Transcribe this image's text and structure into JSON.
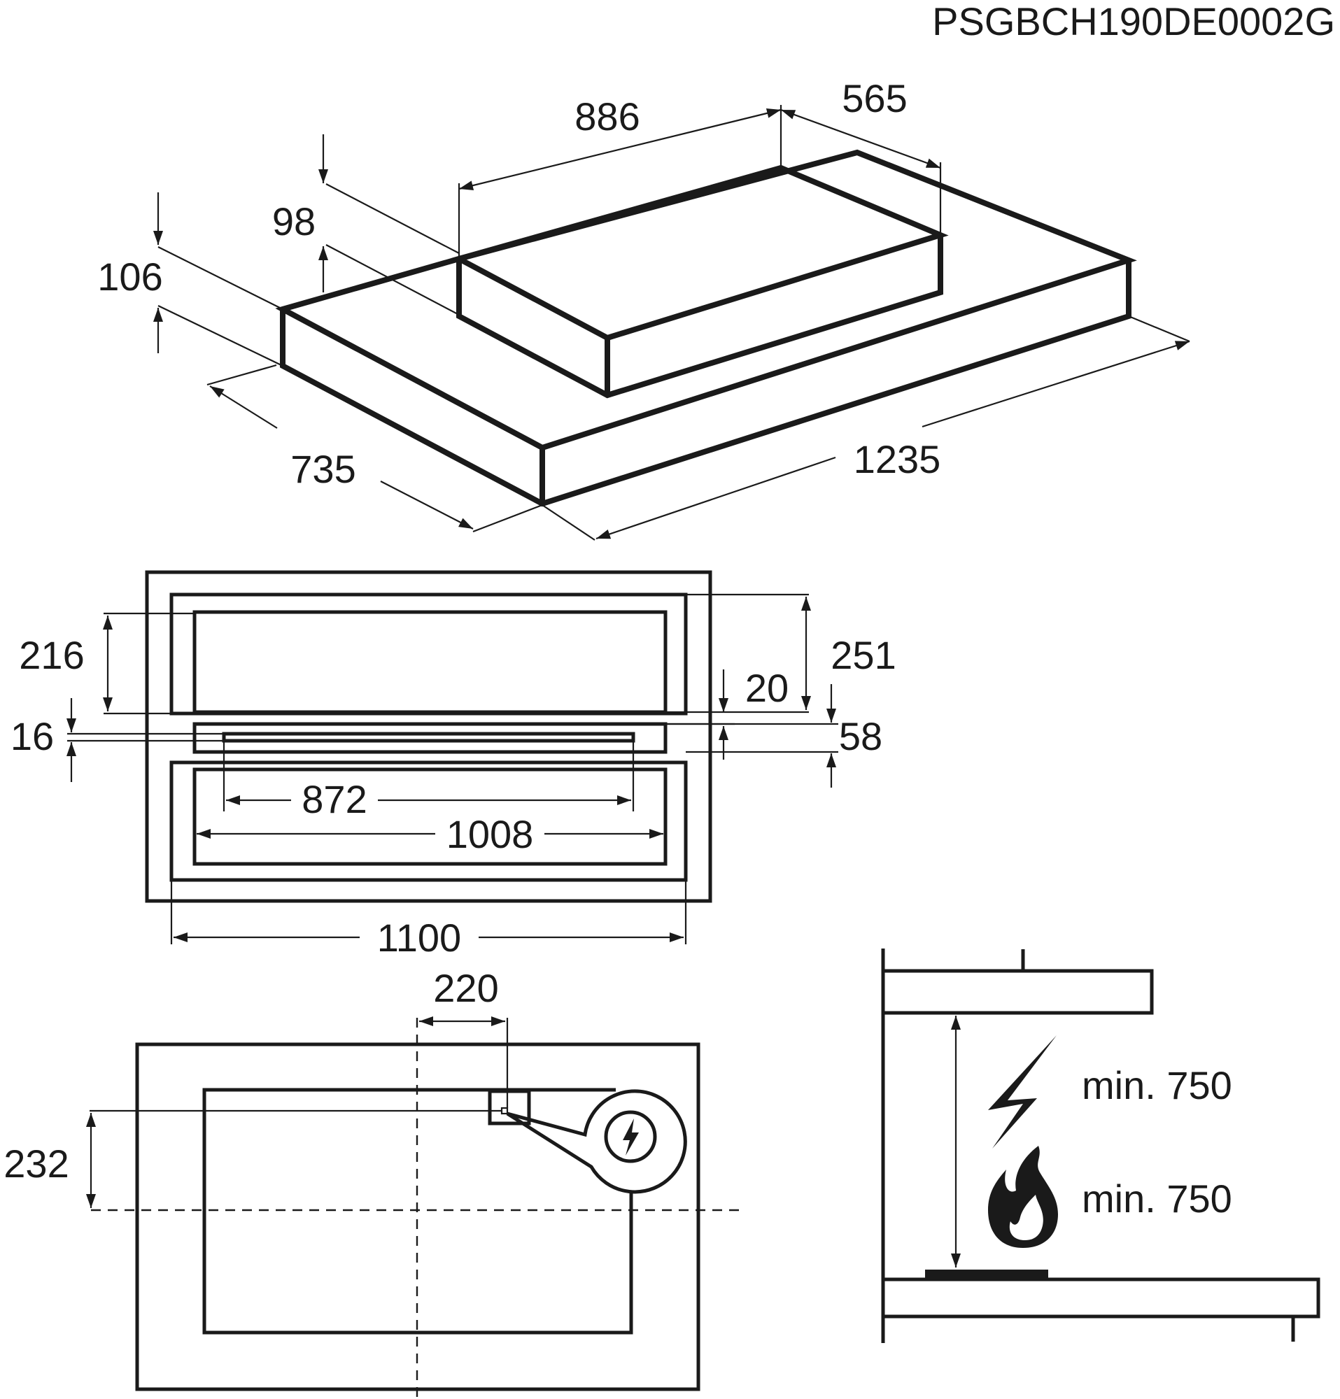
{
  "document_code": "PSGBCH190DE0002G",
  "isometric": {
    "width_top": "886",
    "depth_top": "565",
    "top_height": "98",
    "base_height": "106",
    "depth_base": "735",
    "width_base": "1235"
  },
  "front_view": {
    "upper_height": "216",
    "total_height": "251",
    "gap": "20",
    "strip_height": "16",
    "offset": "58",
    "inner_width": "872",
    "mid_width": "1008",
    "outer_width": "1100"
  },
  "plan_view": {
    "connection_offset_x": "220",
    "connection_offset_y": "232"
  },
  "clearance": {
    "electric_label": "min. 750",
    "gas_label": "min. 750"
  },
  "icons": {
    "electric": "lightning-bolt-icon",
    "gas": "flame-icon",
    "socket": "electric-socket-icon"
  }
}
